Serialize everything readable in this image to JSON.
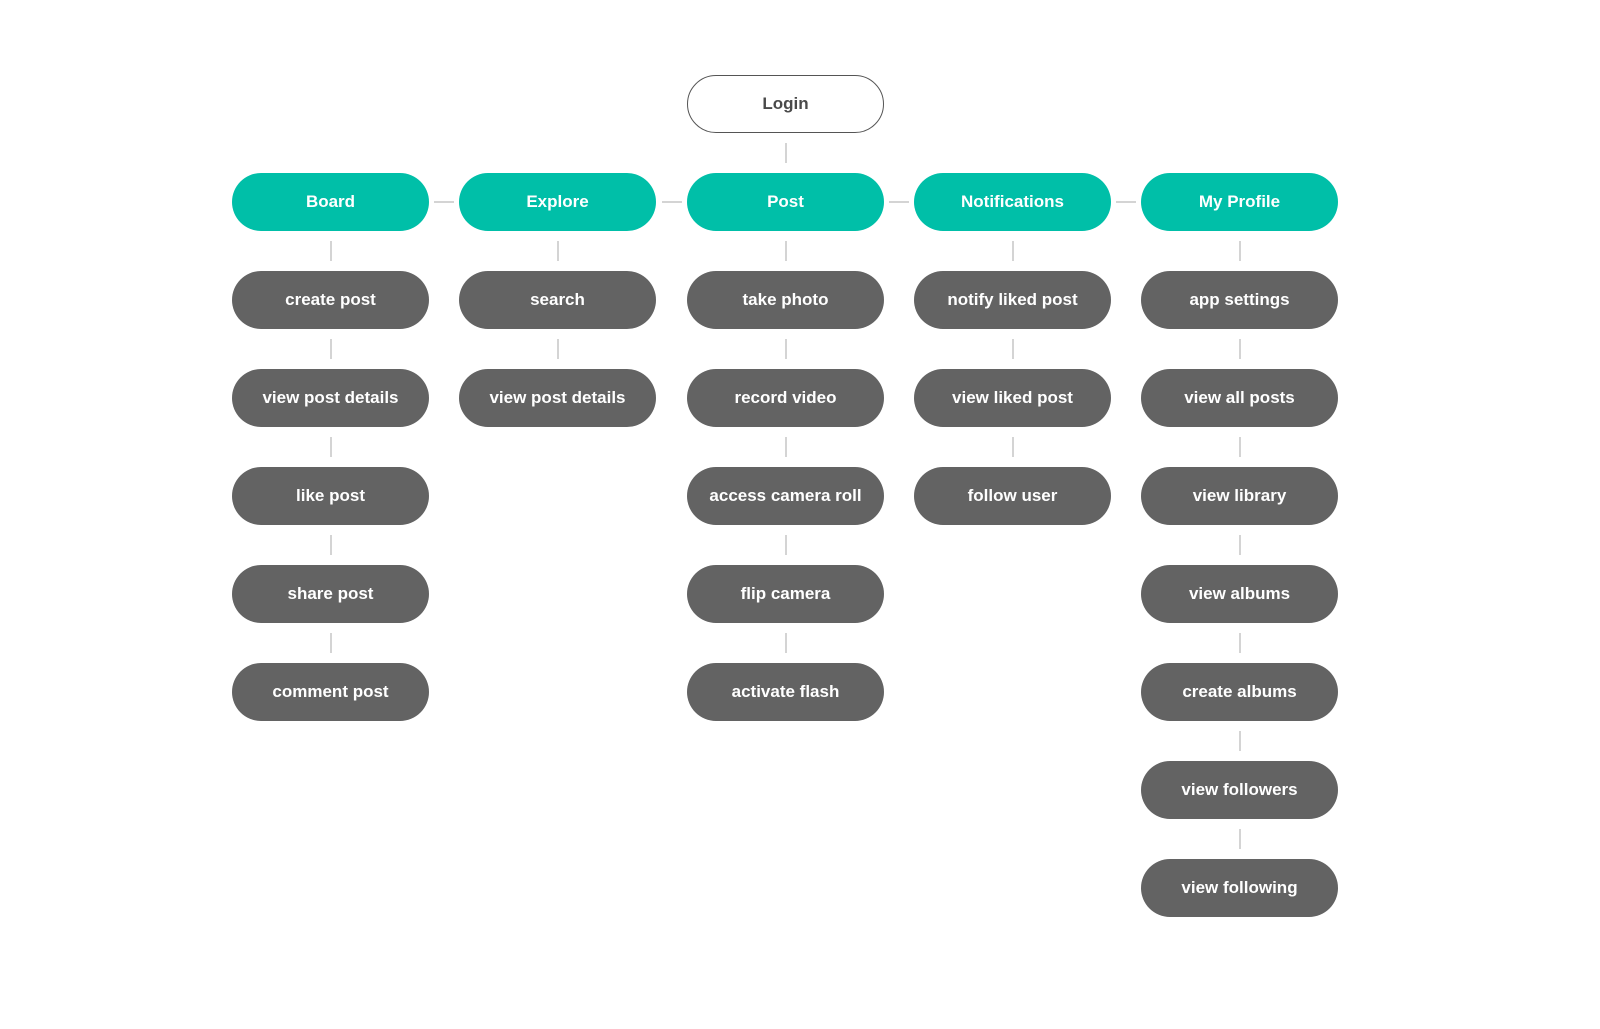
{
  "colors": {
    "section": "#00bfa8",
    "leaf": "#636363",
    "connector": "#d4d4d4",
    "root_border": "#555555",
    "root_text": "#4a4a4a"
  },
  "root": {
    "label": "Login"
  },
  "sections": [
    {
      "label": "Board",
      "items": [
        "create post",
        "view post details",
        "like post",
        "share post",
        "comment post"
      ]
    },
    {
      "label": "Explore",
      "items": [
        "search",
        "view post details"
      ]
    },
    {
      "label": "Post",
      "items": [
        "take photo",
        "record video",
        "access camera roll",
        "flip camera",
        "activate flash"
      ]
    },
    {
      "label": "Notifications",
      "items": [
        "notify liked post",
        "view liked post",
        "follow user"
      ]
    },
    {
      "label": "My Profile",
      "items": [
        "app settings",
        "view all posts",
        "view library",
        "view albums",
        "create albums",
        "view followers",
        "view following"
      ]
    }
  ]
}
